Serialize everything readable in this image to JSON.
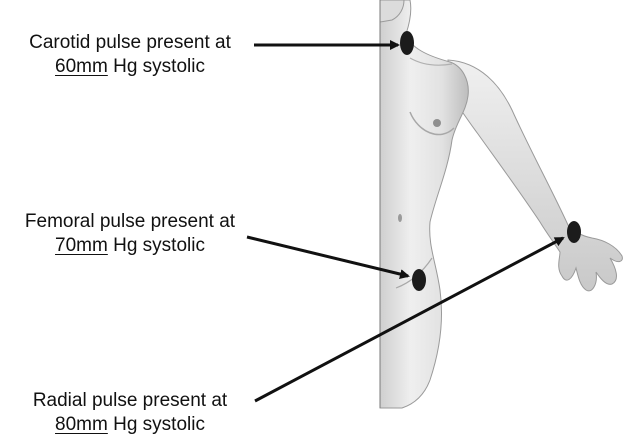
{
  "annotations": {
    "carotid": {
      "line1": "Carotid pulse present at",
      "value": "60mm",
      "suffix": " Hg systolic"
    },
    "femoral": {
      "line1": "Femoral pulse present at",
      "value": "70mm",
      "suffix": " Hg systolic"
    },
    "radial": {
      "line1": "Radial pulse present at",
      "value": "80mm",
      "suffix": " Hg systolic"
    }
  },
  "colors": {
    "text": "#111111",
    "arrow": "#111111",
    "pulse_marker": "#1c1c1c",
    "skin": "#e9e9e9",
    "outline": "#8a8a8a"
  }
}
